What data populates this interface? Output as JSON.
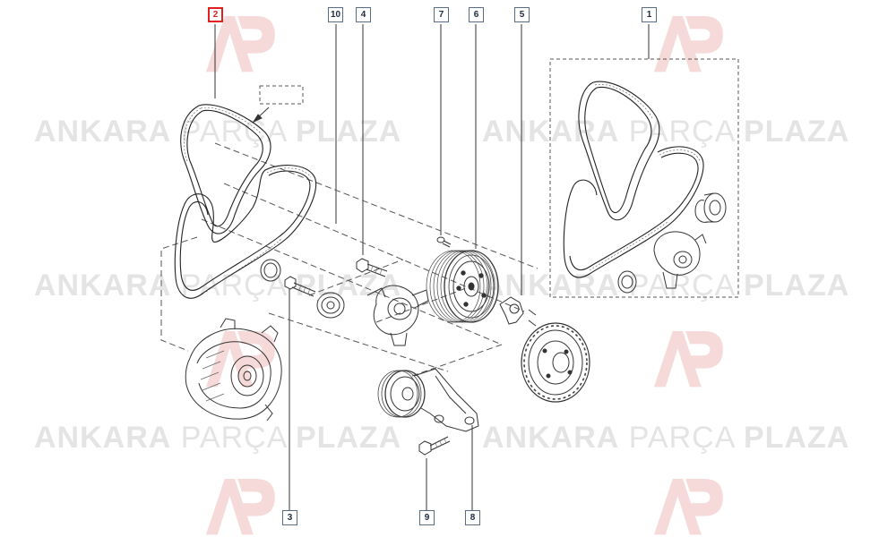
{
  "watermark": {
    "word1": "ANKARA",
    "word2": "PARÇA",
    "word3": "PLAZA",
    "logo": "AP",
    "color": "#e4e4e4",
    "logo_color": "#f6d9d9"
  },
  "diagram": {
    "line_color": "#333333",
    "callout_color": "#5a6c84",
    "highlight_color": "#e01f1f",
    "callouts": [
      {
        "id": "callout-1",
        "label": "1",
        "highlight": false
      },
      {
        "id": "callout-2",
        "label": "2",
        "highlight": true
      },
      {
        "id": "callout-3",
        "label": "3",
        "highlight": false
      },
      {
        "id": "callout-4",
        "label": "4",
        "highlight": false
      },
      {
        "id": "callout-5",
        "label": "5",
        "highlight": false
      },
      {
        "id": "callout-6",
        "label": "6",
        "highlight": false
      },
      {
        "id": "callout-7",
        "label": "7",
        "highlight": false
      },
      {
        "id": "callout-8",
        "label": "8",
        "highlight": false
      },
      {
        "id": "callout-9",
        "label": "9",
        "highlight": false
      },
      {
        "id": "callout-10",
        "label": "10",
        "highlight": false
      }
    ],
    "parts": [
      {
        "id": "part-serpentine-belt",
        "callout": "2"
      },
      {
        "id": "part-belt-kit",
        "callout": "1"
      },
      {
        "id": "part-bolt",
        "callout": "3"
      },
      {
        "id": "part-stud-bolt",
        "callout": "4"
      },
      {
        "id": "part-tensioner-bracket",
        "callout": "5"
      },
      {
        "id": "part-crankshaft-pulley",
        "callout": "6"
      },
      {
        "id": "part-small-screw",
        "callout": "7"
      },
      {
        "id": "part-idler-bracket",
        "callout": "8"
      },
      {
        "id": "part-mount-bolt",
        "callout": "9"
      },
      {
        "id": "part-seal-ring",
        "callout": "10"
      }
    ]
  }
}
